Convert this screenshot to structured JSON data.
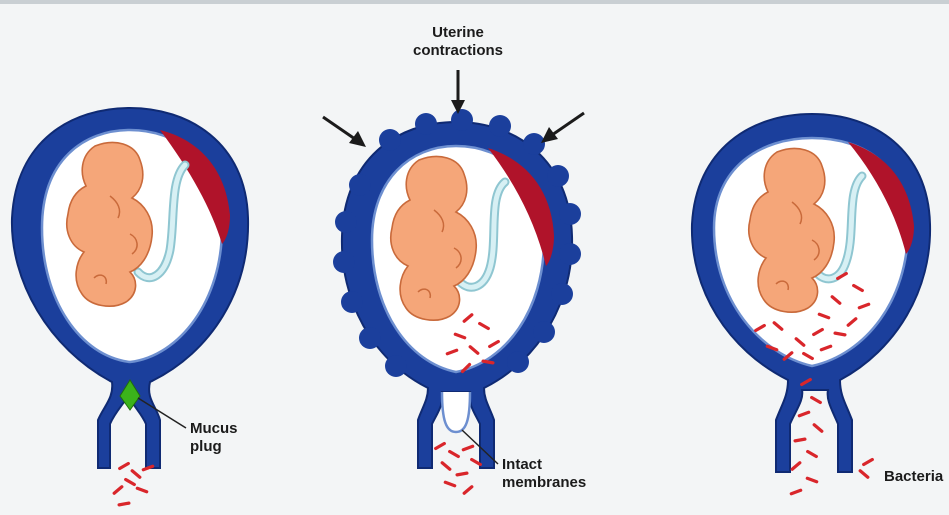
{
  "labels": {
    "uterine_contractions_line1": "Uterine",
    "uterine_contractions_line2": "contractions",
    "mucus_plug_line1": "Mucus",
    "mucus_plug_line2": "plug",
    "intact_membranes_line1": "Intact",
    "intact_membranes_line2": "membranes",
    "bacteria": "Bacteria"
  },
  "colors": {
    "uterine_wall": "#1b3f9c",
    "uterine_wall_edge": "#0f2a73",
    "amniotic_fluid": "#ffffff",
    "membrane": "#6d8fd0",
    "fetus": "#f5a679",
    "fetus_outline": "#c96a3b",
    "placenta": "#b0132a",
    "umbilical_cord": "#bfe3ea",
    "mucus_plug": "#3bb31a",
    "bacteria": "#d9262b",
    "background": "#f3f5f6"
  }
}
